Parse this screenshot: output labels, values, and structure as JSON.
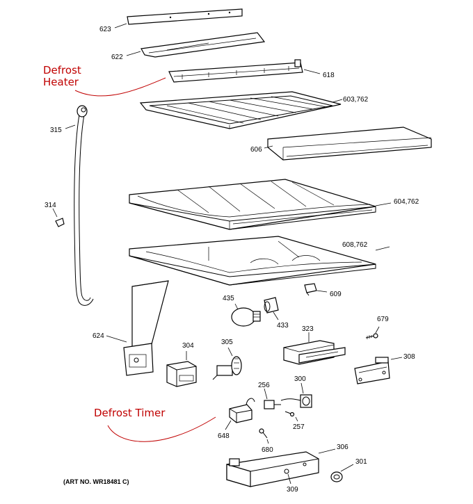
{
  "callouts": {
    "defrost_heater_line1": "Defrost",
    "defrost_heater_line2": "Heater",
    "defrost_timer": "Defrost Timer"
  },
  "art_number": "(ART NO. WR18481 C)",
  "part_labels": {
    "p623": "623",
    "p622": "622",
    "p618": "618",
    "p603": "603,762",
    "p315": "315",
    "p606": "606",
    "p604": "604,762",
    "p314": "314",
    "p608": "608,762",
    "p609": "609",
    "p435": "435",
    "p433": "433",
    "p624": "624",
    "p323": "323",
    "p679": "679",
    "p304": "304",
    "p305": "305",
    "p308": "308",
    "p256": "256",
    "p300": "300",
    "p257": "257",
    "p648": "648",
    "p680": "680",
    "p306": "306",
    "p301": "301",
    "p309": "309"
  },
  "colors": {
    "callout": "#c00000",
    "ink": "#000000",
    "background": "#ffffff"
  }
}
